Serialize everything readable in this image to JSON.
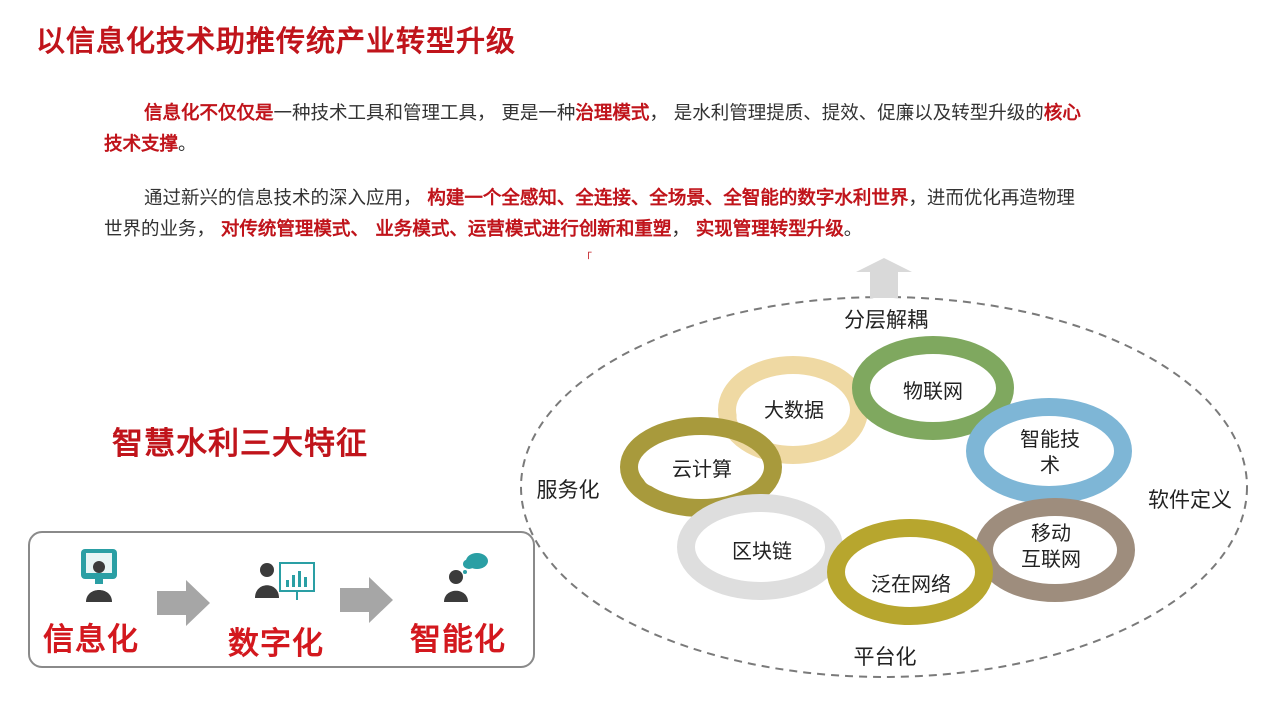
{
  "title": "以信息化技术助推传统产业转型升级",
  "paragraph1": {
    "s1": "信息化不仅仅是",
    "s2": "一种技术工具和管理工具，   更是一种",
    "s3": "治理模式",
    "s4": "，   是水利管理提质、提效、促廉以及转型升级的",
    "s5": "核心",
    "s6": "技术支撑",
    "s7": "。"
  },
  "paragraph2": {
    "s1": "通过新兴的信息技术的深入应用，  ",
    "s2": "构建一个全感知、全连接、全场景、全智能的数字水利世界",
    "s3": "，进而优化再造物理",
    "s4": "世界的业务，  ",
    "s5": "对传统管理模式、  业务模式、运营模式进行创新和重塑",
    "s6": "，  ",
    "s7": "实现管理转型升级",
    "s8": "。"
  },
  "corner_mark": "「",
  "features": {
    "title": "智慧水利三大特征",
    "items": [
      {
        "label": "信息化",
        "icon": "monitor-person-icon"
      },
      {
        "label": "数字化",
        "icon": "presenter-chart-icon"
      },
      {
        "label": "智能化",
        "icon": "thinking-person-icon"
      }
    ]
  },
  "diagram": {
    "top_label": "分层解耦",
    "left_label": "服务化",
    "right_label": "软件定义",
    "bottom_label": "平台化",
    "clouds": [
      {
        "key": "bigdata",
        "lines": [
          "大数据"
        ],
        "color": "#efd9a3"
      },
      {
        "key": "iot",
        "lines": [
          "物联网"
        ],
        "color": "#7fa85f"
      },
      {
        "key": "cloud",
        "lines": [
          "云计算"
        ],
        "color": "#a89a3c"
      },
      {
        "key": "ai",
        "lines": [
          "智能技",
          "术"
        ],
        "color": "#7eb6d6"
      },
      {
        "key": "blockchain",
        "lines": [
          "区块链"
        ],
        "color": "#dedede"
      },
      {
        "key": "mobile",
        "lines": [
          "移动",
          "互联网"
        ],
        "color": "#9e8d7d"
      },
      {
        "key": "ubiquitous",
        "lines": [
          "泛在网络"
        ],
        "color": "#b7a62e"
      }
    ]
  }
}
